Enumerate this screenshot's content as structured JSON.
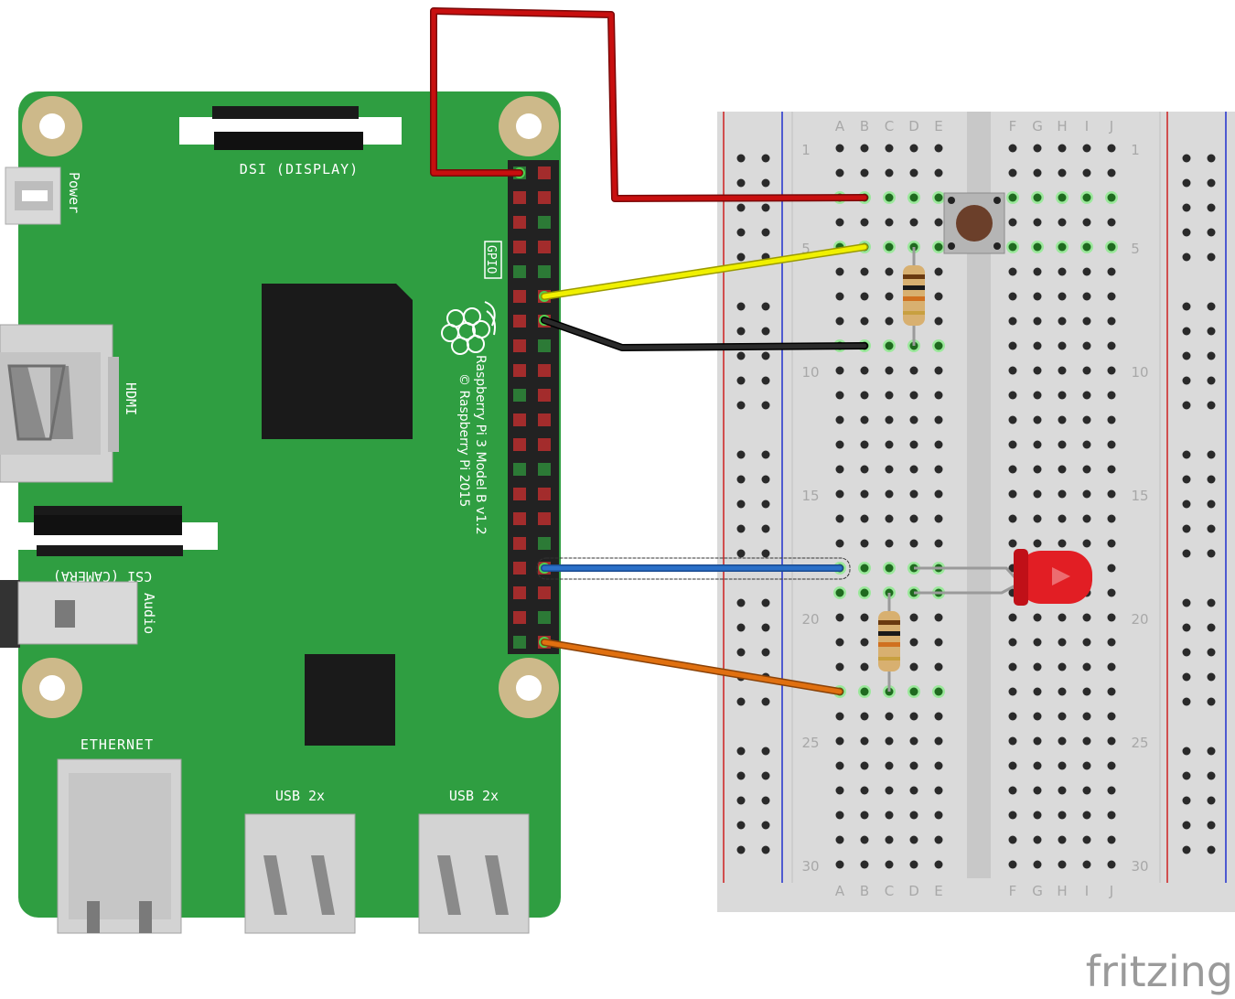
{
  "pi": {
    "dsi_label": "DSI (DISPLAY)",
    "power_label": "Power",
    "gpio_label": "GPIO",
    "hdmi_label": "HDMI",
    "csi_label": "CSI (CAMERA)",
    "audio_label": "Audio",
    "ethernet_label": "ETHERNET",
    "usb_label_1": "USB 2x",
    "usb_label_2": "USB 2x",
    "model_line1": "Raspberry Pi 3 Model B v1.2",
    "model_line2": "© Raspberry Pi 2015"
  },
  "breadboard": {
    "columns_left": [
      "A",
      "B",
      "C",
      "D",
      "E"
    ],
    "columns_right": [
      "F",
      "G",
      "H",
      "I",
      "J"
    ],
    "row_numbers": [
      "1",
      "5",
      "10",
      "15",
      "20",
      "25",
      "30"
    ]
  },
  "watermark": "fritzing",
  "colors": {
    "pcb": "#2f9e41",
    "pin_red": "#a32c2c",
    "pin_green": "#2c7a36",
    "wire_red": "#c80f0f",
    "wire_yellow": "#f0f000",
    "wire_black": "#1a1a1a",
    "wire_blue": "#2b70c8",
    "wire_orange": "#e07010",
    "led": "#e21e24",
    "rail_red": "#cc2020",
    "rail_blue": "#2030cc"
  }
}
